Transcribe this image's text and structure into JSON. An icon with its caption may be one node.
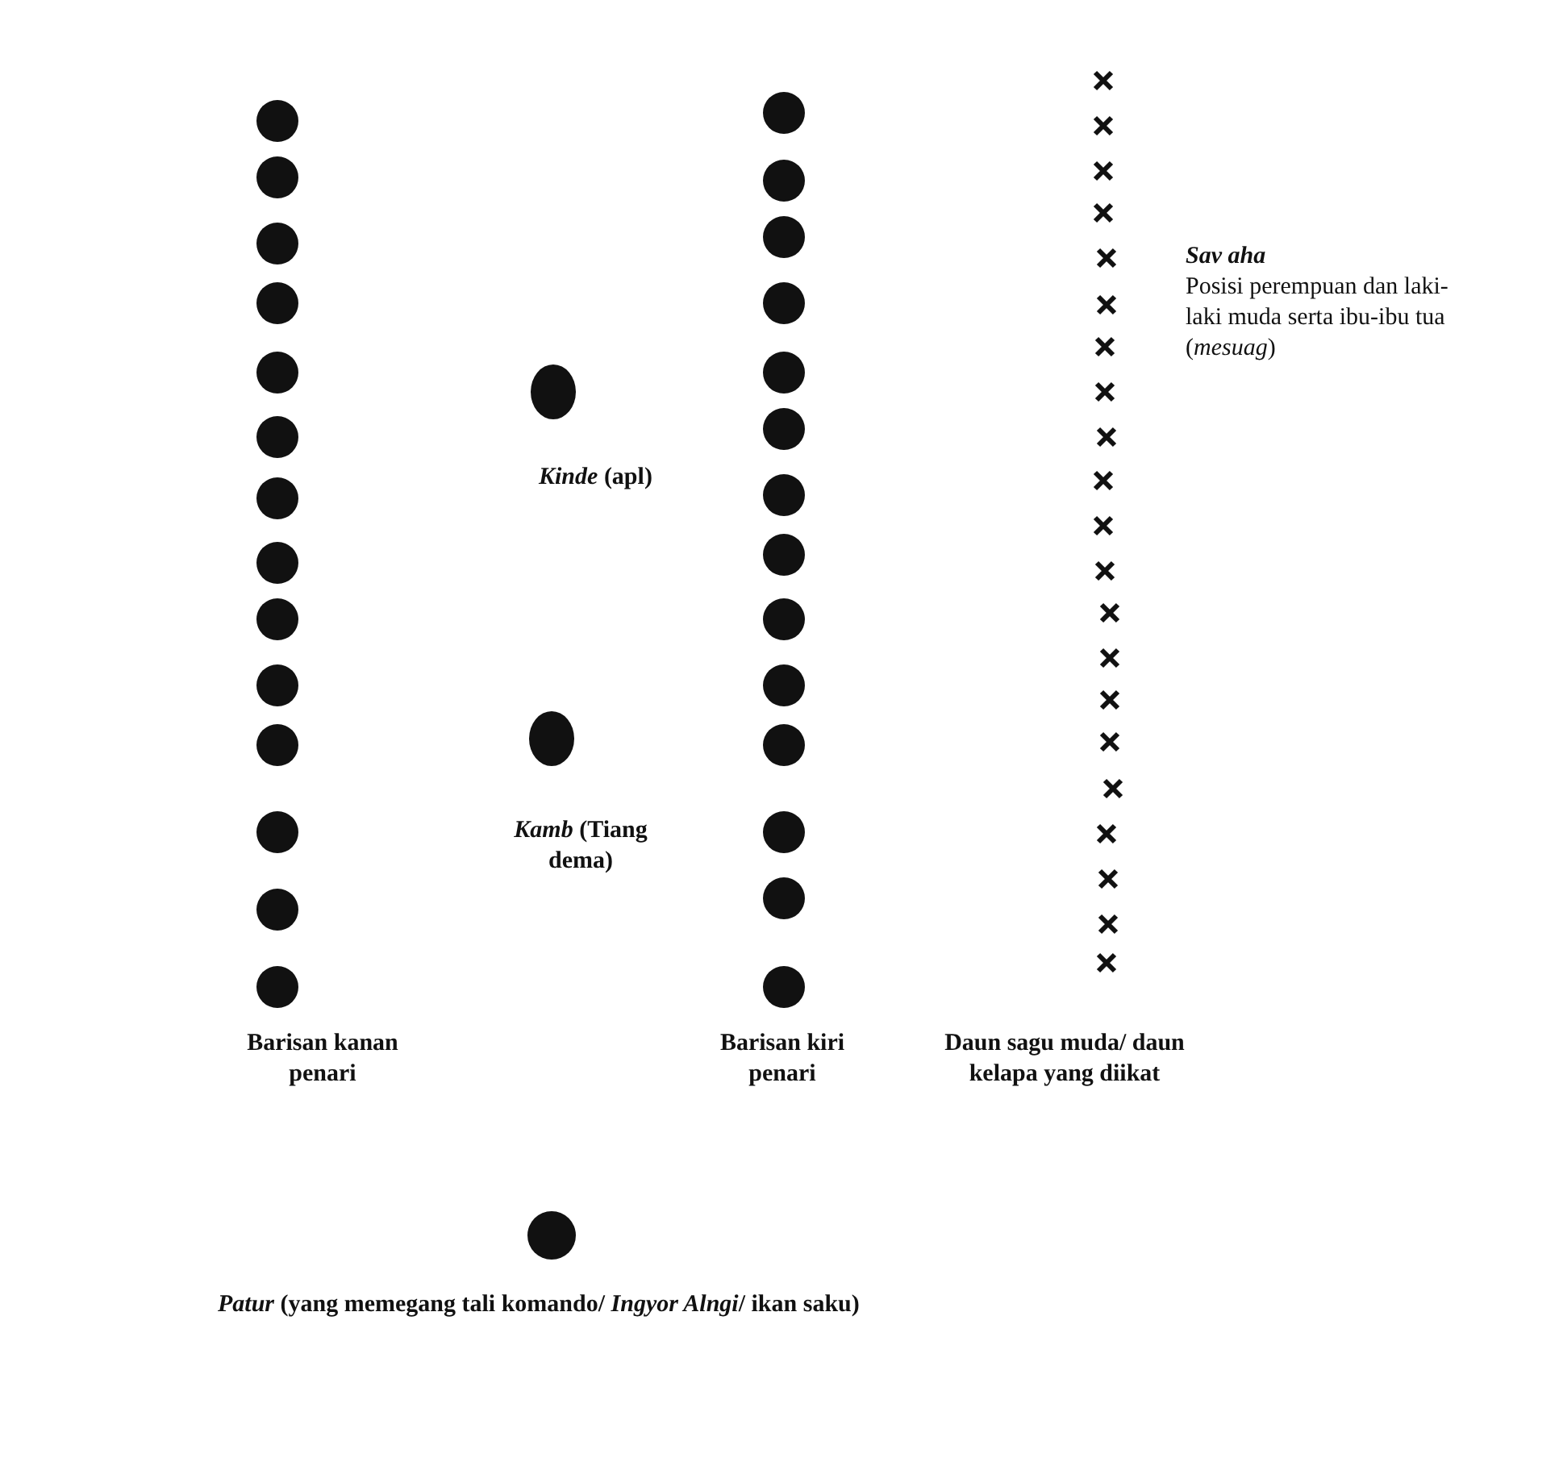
{
  "diagram": {
    "nodes": [
      {
        "text": [],
        "shape": "circle"
      },
      {
        "text": [],
        "shape": "circle"
      },
      {
        "text": [],
        "shape": "circle"
      },
      {
        "text": [],
        "shape": "circle"
      },
      {
        "text": [],
        "shape": "circle"
      },
      {
        "text": [],
        "shape": "circle"
      },
      {
        "text": [],
        "shape": "circle"
      },
      {
        "text": [],
        "shape": "circle"
      },
      {
        "text": [],
        "shape": "circle"
      },
      {
        "text": [],
        "shape": "circle"
      },
      {
        "text": [],
        "shape": "circle"
      },
      {
        "text": [],
        "shape": "circle"
      },
      {
        "text": [],
        "shape": "circle"
      },
      {
        "text": [],
        "shape": "circle"
      },
      {
        "text": [],
        "shape": "circle",
        "beside": [
          "*Kinde* (apl)"
        ]
      },
      {
        "text": [],
        "shape": "circle",
        "beside": [
          "*Kamb* (Tiang dema)"
        ]
      },
      {
        "text": [],
        "shape": "circle"
      },
      {
        "text": [],
        "shape": "circle"
      },
      {
        "text": [],
        "shape": "circle"
      },
      {
        "text": [],
        "shape": "circle"
      },
      {
        "text": [],
        "shape": "circle"
      },
      {
        "text": [],
        "shape": "circle"
      },
      {
        "text": [],
        "shape": "circle"
      },
      {
        "text": [],
        "shape": "circle"
      },
      {
        "text": [],
        "shape": "circle"
      },
      {
        "text": [],
        "shape": "circle"
      },
      {
        "text": [],
        "shape": "circle"
      },
      {
        "text": [],
        "shape": "circle"
      },
      {
        "text": [],
        "shape": "circle"
      },
      {
        "text": [],
        "shape": "circle"
      },
      {
        "text": [],
        "shape": "cross"
      },
      {
        "text": [],
        "shape": "cross"
      },
      {
        "text": [],
        "shape": "cross"
      },
      {
        "text": [],
        "shape": "cross"
      },
      {
        "text": [],
        "shape": "cross"
      },
      {
        "text": [],
        "shape": "cross"
      },
      {
        "text": [],
        "shape": "cross"
      },
      {
        "text": [],
        "shape": "cross"
      },
      {
        "text": [],
        "shape": "cross"
      },
      {
        "text": [],
        "shape": "cross"
      },
      {
        "text": [],
        "shape": "cross"
      },
      {
        "text": [],
        "shape": "cross"
      },
      {
        "text": [],
        "shape": "cross"
      },
      {
        "text": [],
        "shape": "cross"
      },
      {
        "text": [],
        "shape": "cross"
      },
      {
        "text": [],
        "shape": "cross"
      },
      {
        "text": [],
        "shape": "cross"
      },
      {
        "text": [],
        "shape": "cross"
      },
      {
        "text": [],
        "shape": "cross"
      },
      {
        "text": [],
        "shape": "cross"
      },
      {
        "text": [],
        "shape": "cross"
      },
      {
        "text": [],
        "shape": "circle",
        "beside": [
          "*Patur* (yang memegang tali komando/ *Ingyor Alngi*/ ikan saku)"
        ]
      }
    ],
    "labels": [
      "Sav aha",
      "Posisi perempuan dan laki-laki muda serta ibu-ibu tua (*mesuag*)",
      "Barisan kanan penari",
      "Barisan kiri penari",
      "Daun sagu muda/ daun kelapa yang diikat"
    ]
  }
}
